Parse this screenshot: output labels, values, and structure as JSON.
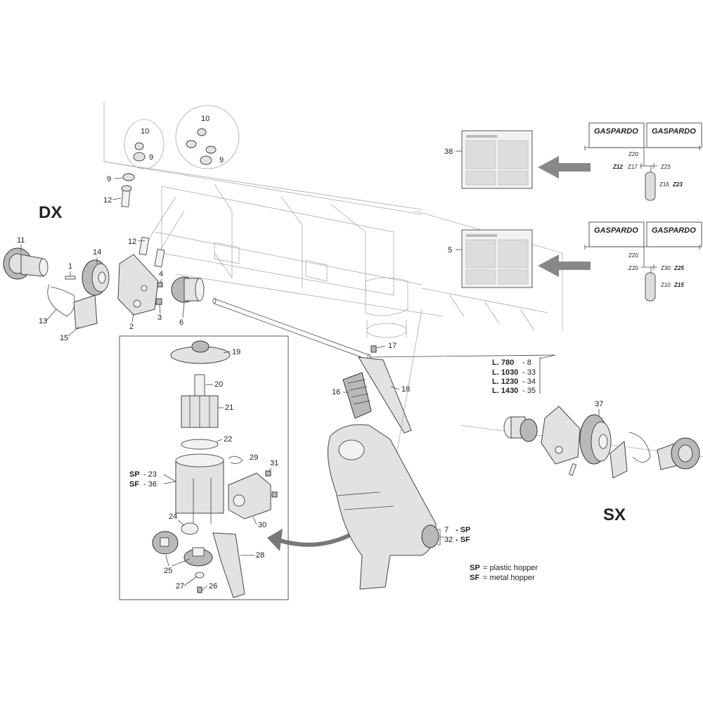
{
  "side_labels": {
    "dx": "DX",
    "sx": "SX"
  },
  "part_numbers": {
    "p10a": "10",
    "p9a": "9",
    "p10b": "10",
    "p9b": "9",
    "p9c": "9",
    "p12a": "12",
    "p12b": "12",
    "p11": "11",
    "p14": "14",
    "p1": "1",
    "p4": "4",
    "p3": "3",
    "p2": "2",
    "p6": "6",
    "p13": "13",
    "p15": "15",
    "p19": "19",
    "p20": "20",
    "p21": "21",
    "p22": "22",
    "p29": "29",
    "p31": "31",
    "p30": "30",
    "p24": "24",
    "p25": "25",
    "p28": "28",
    "p27": "27",
    "p26": "26",
    "p17": "17",
    "p16": "16",
    "p18": "18",
    "p37": "37",
    "p38": "38",
    "p5": "5"
  },
  "hopper_variants": {
    "sp_23_code": "SP",
    "sp_23_num": "- 23",
    "sf_36_code": "SF",
    "sf_36_num": "- 36",
    "sp_7_num": "7",
    "sp_7_code": "- SP",
    "sf_32_num": "32",
    "sf_32_code": "- SF"
  },
  "shaft_lengths": [
    {
      "len": "L. 780",
      "part": "- 8"
    },
    {
      "len": "L. 1030",
      "part": "- 33"
    },
    {
      "len": "L. 1230",
      "part": "- 34"
    },
    {
      "len": "L. 1430",
      "part": "- 35"
    }
  ],
  "legend": {
    "sp_code": "SP",
    "sp_text": "= plastic hopper",
    "sf_code": "SF",
    "sf_text": "= metal hopper"
  },
  "gear_diagram_top": {
    "brand_left": "GASPARDO",
    "brand_right": "GASPARDO",
    "z20": "Z20",
    "z12": "Z12",
    "z17": "Z17",
    "z23": "Z23",
    "z16": "Z16",
    "z23b": "Z23"
  },
  "gear_diagram_bottom": {
    "brand_left": "GASPARDO",
    "brand_right": "GASPARDO",
    "z20a": "Z20",
    "z20b": "Z20",
    "z30": "Z30",
    "z25": "Z25",
    "z10": "Z10",
    "z15": "Z15"
  }
}
